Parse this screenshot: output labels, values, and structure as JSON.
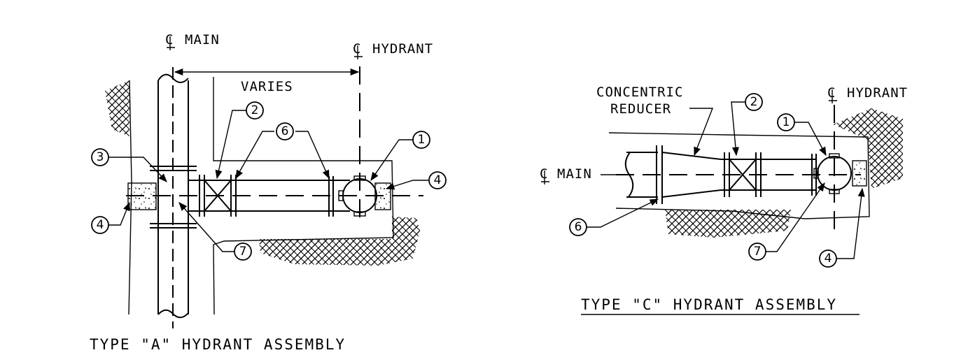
{
  "type_a": {
    "title": "TYPE \"A\" HYDRANT ASSEMBLY",
    "cl_main": "MAIN",
    "cl_hydrant": "HYDRANT",
    "varies": "VARIES",
    "callouts": [
      "1",
      "2",
      "3",
      "4",
      "4",
      "6",
      "7"
    ]
  },
  "type_c": {
    "title": "TYPE \"C\" HYDRANT ASSEMBLY",
    "cl_main": "MAIN",
    "cl_hydrant": "HYDRANT",
    "reducer_line1": "CONCENTRIC",
    "reducer_line2": "REDUCER",
    "callouts": [
      "1",
      "2",
      "4",
      "6",
      "7"
    ]
  }
}
